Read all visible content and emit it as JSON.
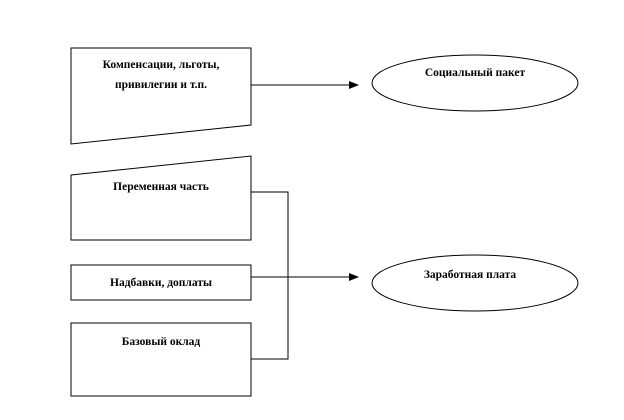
{
  "diagram": {
    "nodes": {
      "compensation": {
        "line1": "Компенсации, льготы,",
        "line2": "привилегии и т.п."
      },
      "social_package": {
        "label": "Социальный пакет"
      },
      "variable_part": {
        "label": "Переменная часть"
      },
      "allowances": {
        "label": "Надбавки, доплаты"
      },
      "base_salary": {
        "label": "Базовый оклад"
      },
      "salary": {
        "label": "Заработная плата"
      }
    },
    "edges": [
      {
        "from": "compensation",
        "to": "social_package"
      },
      {
        "from": "variable_part",
        "to": "salary"
      },
      {
        "from": "allowances",
        "to": "salary"
      },
      {
        "from": "base_salary",
        "to": "salary"
      }
    ]
  }
}
